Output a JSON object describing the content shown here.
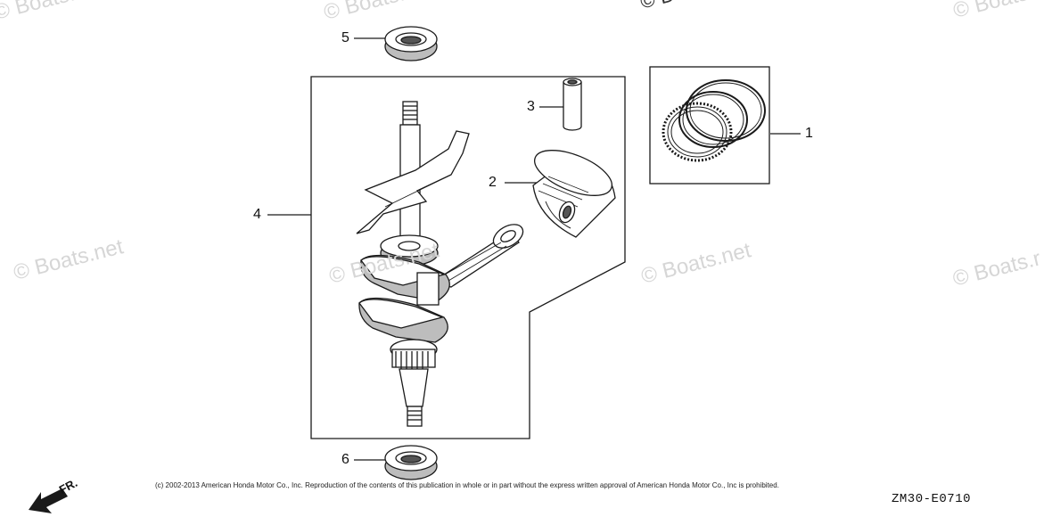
{
  "watermarks": [
    "© Boats.net",
    "© Boats.net",
    "© Bo",
    "© Boats.net",
    "© Boats.net",
    "© Boats.net",
    "© Boats.net",
    "© Boats.r"
  ],
  "callouts": [
    {
      "id": 1,
      "label": "1",
      "part": "piston ring set"
    },
    {
      "id": 2,
      "label": "2",
      "part": "piston"
    },
    {
      "id": 3,
      "label": "3",
      "part": "piston pin"
    },
    {
      "id": 4,
      "label": "4",
      "part": "crankshaft assembly"
    },
    {
      "id": 5,
      "label": "5",
      "part": "oil seal (upper)"
    },
    {
      "id": 6,
      "label": "6",
      "part": "oil seal (lower)"
    }
  ],
  "direction_label": "FR.",
  "copyright": "(c) 2002-2013 American Honda Motor Co., Inc. Reproduction of the contents of this publication in whole or in part without the express written approval of American Honda Motor Co., Inc is prohibited.",
  "diagram_code": "ZM30-E0710",
  "colors": {
    "line": "#1a1a1a",
    "watermark": "#d6d6d6",
    "fill": "#ffffff",
    "shade": "#bdbdbd"
  }
}
